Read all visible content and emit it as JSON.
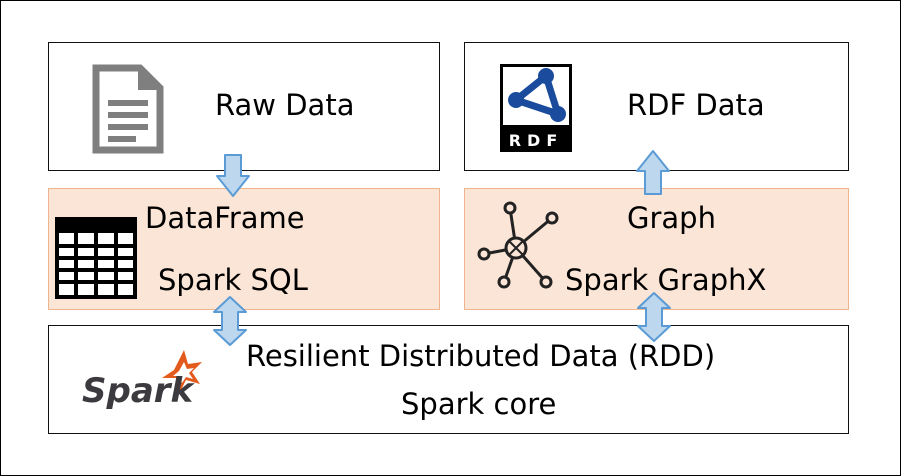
{
  "raw_data": {
    "label": "Raw Data"
  },
  "rdf_data": {
    "label": "RDF Data",
    "logo_text": "RDF"
  },
  "dataframe": {
    "title": "DataFrame",
    "subtitle": "Spark SQL"
  },
  "graph": {
    "title": "Graph",
    "subtitle": "Spark GraphX"
  },
  "rdd": {
    "title": "Resilient Distributed Data (RDD)",
    "subtitle": "Spark core",
    "logo_text": "Spark"
  },
  "colors": {
    "orange_fill": "#fbe5d6",
    "orange_border": "#f0b48c",
    "arrow_fill": "#bdd7ee",
    "arrow_stroke": "#5b9bd5",
    "rdf_blue": "#1a4b9c",
    "spark_orange": "#e25a1c"
  }
}
